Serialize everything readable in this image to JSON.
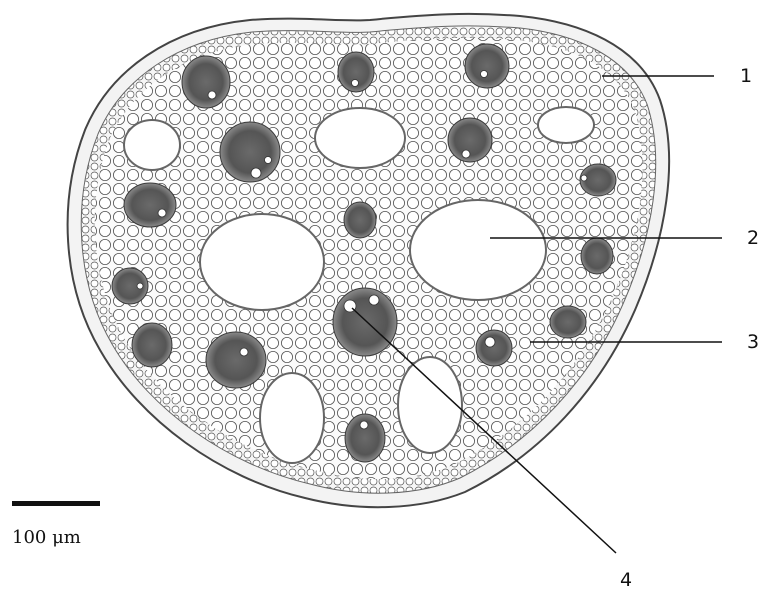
{
  "figure": {
    "callouts": [
      {
        "label": "1"
      },
      {
        "label": "2"
      },
      {
        "label": "3"
      },
      {
        "label": "4"
      }
    ],
    "scale_bar": {
      "label": "100 μm"
    }
  }
}
